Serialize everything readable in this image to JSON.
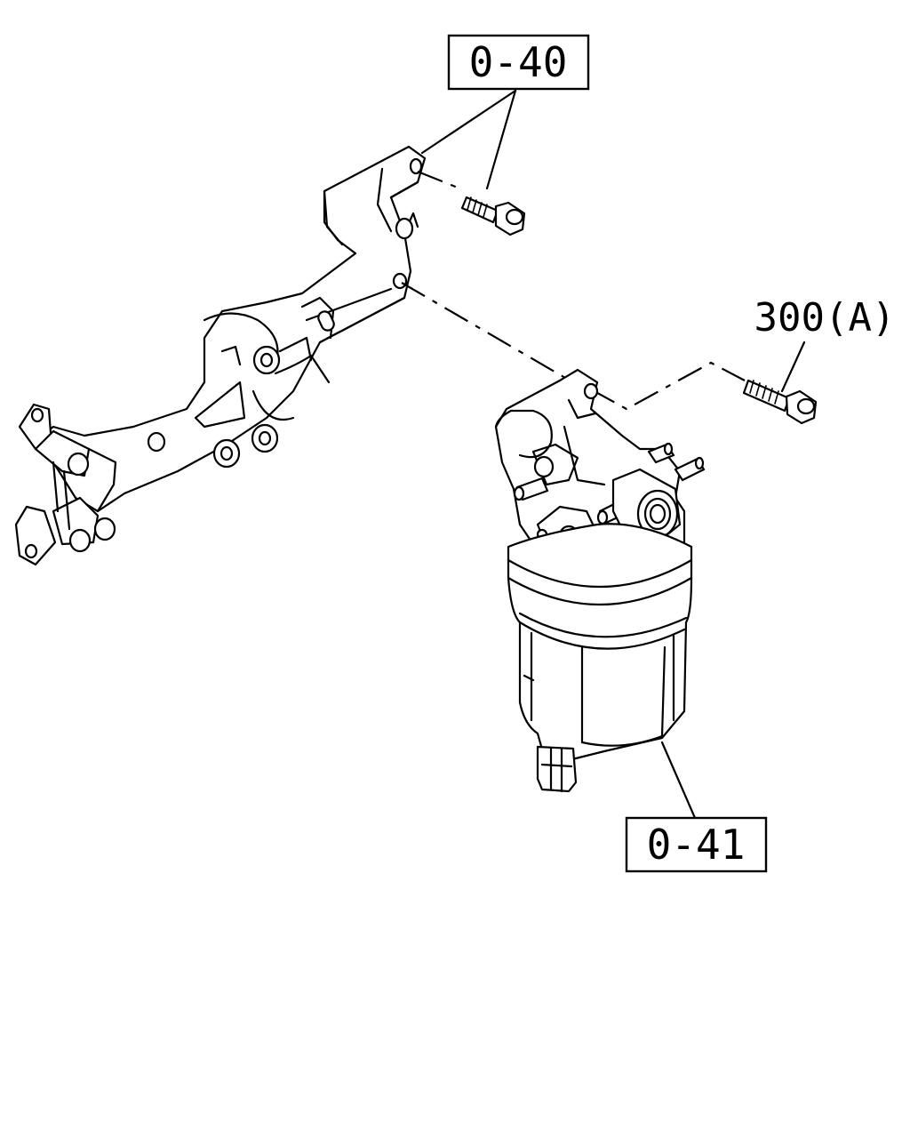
{
  "labels": {
    "bracket_bolt": "0-40",
    "mount_bolt": "300(A)",
    "filter_assembly": "0-41"
  }
}
